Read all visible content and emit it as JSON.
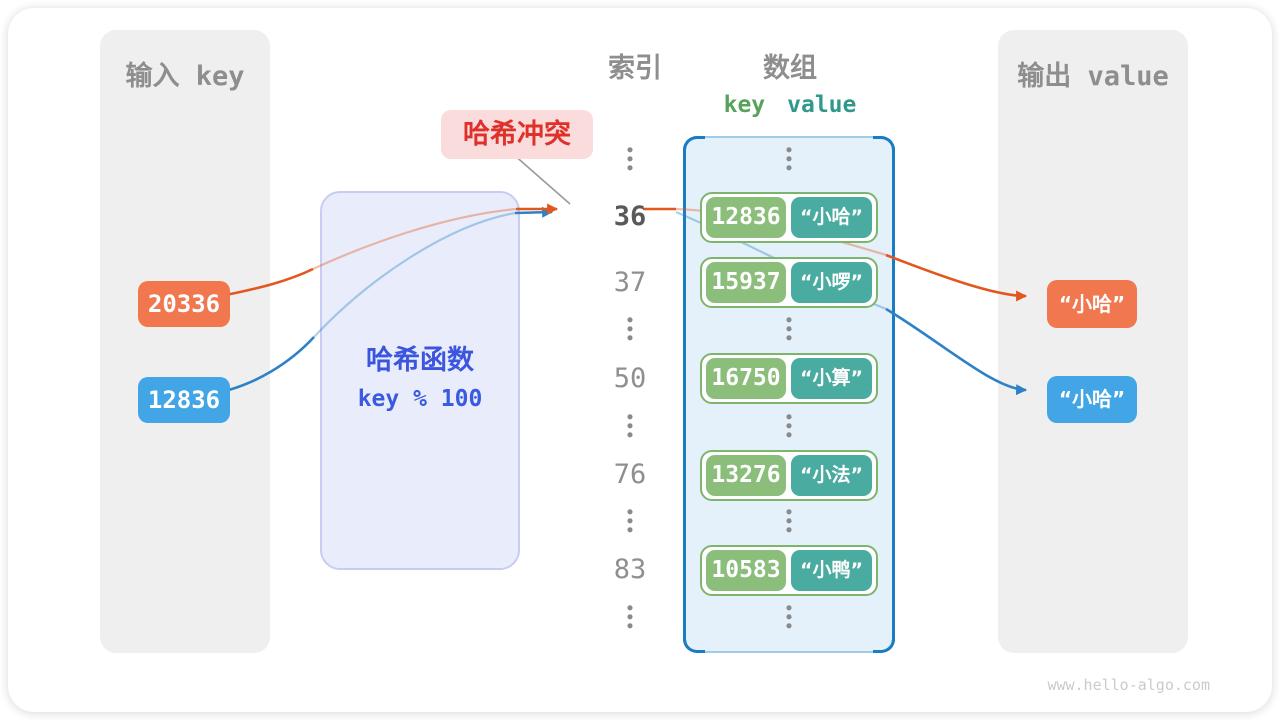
{
  "input_panel": {
    "title": "输入 key",
    "keys": [
      {
        "value": "20336",
        "color": "#f0774e"
      },
      {
        "value": "12836",
        "color": "#42a5e5"
      }
    ]
  },
  "hash_function": {
    "name": "哈希函数",
    "formula": "key % 100"
  },
  "collision_label": "哈希冲突",
  "index_column": {
    "title": "索引",
    "values": [
      "36",
      "37",
      "50",
      "76",
      "83"
    ],
    "highlighted": "36",
    "ellipsis": "⋮"
  },
  "array": {
    "title": "数组",
    "key_header": "key",
    "value_header": "value",
    "entries": [
      {
        "key": "12836",
        "value": "“小哈”"
      },
      {
        "key": "15937",
        "value": "“小啰”"
      },
      {
        "key": "16750",
        "value": "“小算”"
      },
      {
        "key": "13276",
        "value": "“小法”"
      },
      {
        "key": "10583",
        "value": "“小鸭”"
      }
    ]
  },
  "output_panel": {
    "title": "输出 value",
    "values": [
      {
        "text": "“小哈”",
        "color": "#f0774e"
      },
      {
        "text": "“小哈”",
        "color": "#42a5e5"
      }
    ]
  },
  "watermark": "www.hello-algo.com",
  "colors": {
    "orange_box": "#f0774e",
    "orange_line": "#e2571d",
    "blue_box": "#42a5e5",
    "blue_line": "#2e80c7",
    "green_key_box": "#8bbe7b",
    "teal_value_box": "#4aaca0",
    "entry_border": "#7cb56b",
    "array_bg": "#e4f1fb",
    "array_border": "#1a7dc2",
    "hash_bg": "#e9edfb",
    "hash_border": "#c7cdf0",
    "hash_text": "#3c55de",
    "collision_bg": "#f9dcdb",
    "collision_text": "#e0302a",
    "panel_bg": "#efefef",
    "heading_gray": "#8e8e8e",
    "key_header_green": "#57a35b",
    "value_header_teal": "#2f998c",
    "watermark_gray": "#cbcbcb"
  }
}
